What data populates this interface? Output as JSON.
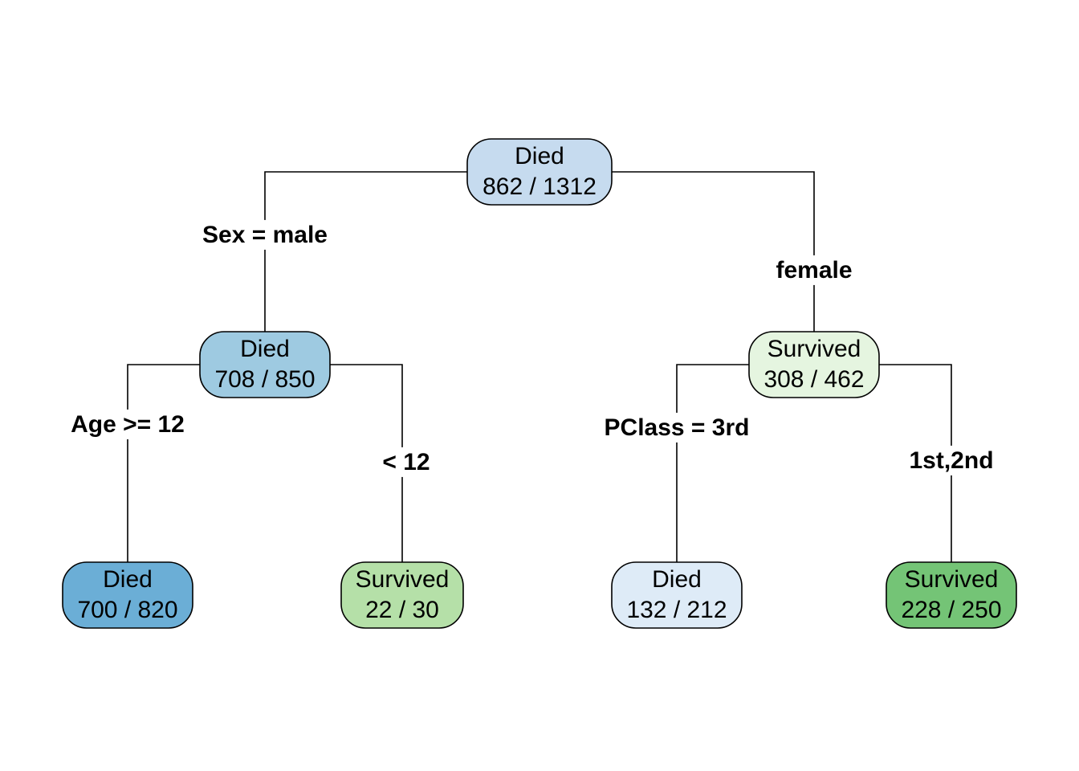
{
  "tree": {
    "nodes": [
      {
        "id": "root",
        "class": "Died",
        "counts": "862 / 1312",
        "fill": "#c6dbef"
      },
      {
        "id": "male",
        "class": "Died",
        "counts": "708 / 850",
        "fill": "#9ecae1"
      },
      {
        "id": "female",
        "class": "Survived",
        "counts": "308 / 462",
        "fill": "#e5f5e0"
      },
      {
        "id": "m_adult",
        "class": "Died",
        "counts": "700 / 820",
        "fill": "#6baed6"
      },
      {
        "id": "m_child",
        "class": "Survived",
        "counts": "22 / 30",
        "fill": "#b5e0a8"
      },
      {
        "id": "f_3rd",
        "class": "Died",
        "counts": "132 / 212",
        "fill": "#deebf7"
      },
      {
        "id": "f_12",
        "class": "Survived",
        "counts": "228 / 250",
        "fill": "#74c476"
      }
    ],
    "edges": [
      {
        "from": "root",
        "to": "male",
        "label": "Sex = male"
      },
      {
        "from": "root",
        "to": "female",
        "label": "female"
      },
      {
        "from": "male",
        "to": "m_adult",
        "label": "Age >= 12"
      },
      {
        "from": "male",
        "to": "m_child",
        "label": "< 12"
      },
      {
        "from": "female",
        "to": "f_3rd",
        "label": "PClass = 3rd"
      },
      {
        "from": "female",
        "to": "f_12",
        "label": "1st,2nd"
      }
    ]
  }
}
